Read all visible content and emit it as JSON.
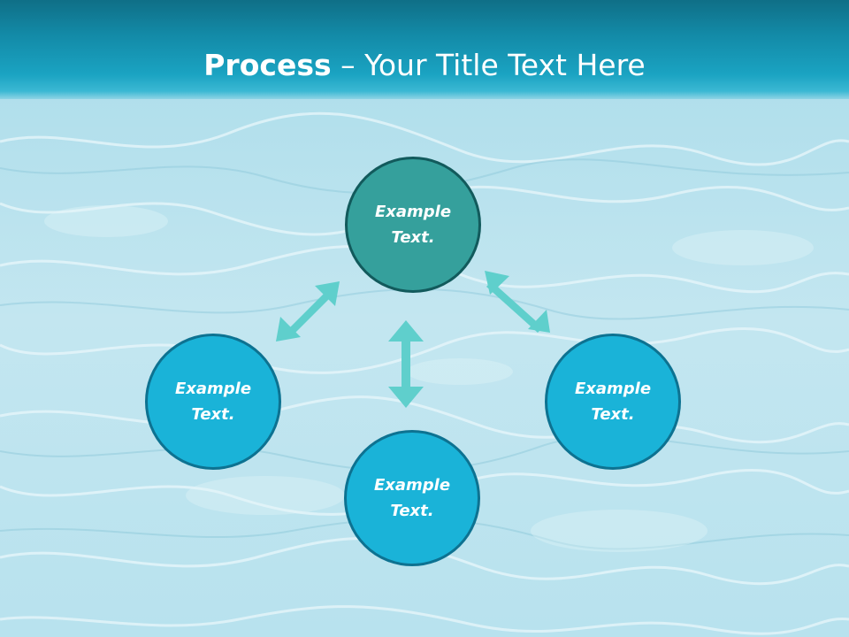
{
  "title": {
    "bold": "Process",
    "rest": " – Your Title Text Here"
  },
  "nodes": [
    {
      "label": "Example\nText."
    },
    {
      "label": "Example\nText."
    },
    {
      "label": "Example\nText."
    },
    {
      "label": "Example\nText."
    }
  ],
  "colors": {
    "title_bar": "#138aa7",
    "center_fill": "#35a09c",
    "center_border": "#125a5c",
    "outer_fill": "#1ab3d8",
    "outer_border": "#0d7291",
    "arrow": "#5fcfcc"
  }
}
